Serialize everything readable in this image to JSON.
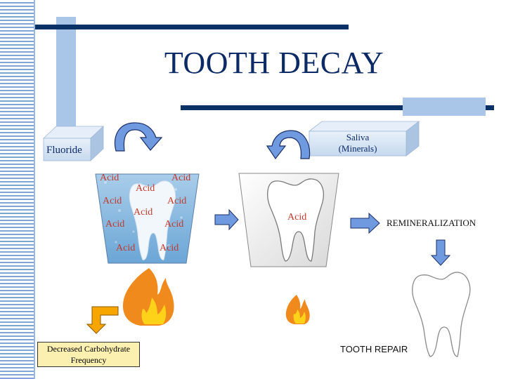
{
  "title": "TOOTH DECAY",
  "labels": {
    "fluoride": "Fluoride",
    "saliva_line1": "Saliva",
    "saliva_line2": "(Minerals)",
    "remineralization": "REMINERALIZATION",
    "tooth_repair": "TOOTH REPAIR",
    "decreased_line1": "Decreased Carbohydrate",
    "decreased_line2": "Frequency"
  },
  "acid_labels": [
    "Acid",
    "Acid",
    "Acid",
    "Acid",
    "Acid",
    "Acid",
    "Acid",
    "Acid",
    "Acid",
    "Acid",
    "Acid"
  ],
  "colors": {
    "dark_bar": "#0b3266",
    "light_bar": "#a9c6e8",
    "acid_text": "#c0392b",
    "arrow_fill": "#6f9ae0",
    "flame_outer": "#f08a1c",
    "flame_inner": "#ffd21a",
    "note_fill": "#fcf0b0",
    "box_3d": "#cfe0f3"
  },
  "icons": [
    "curved-arrow-icon",
    "right-arrow-icon",
    "down-arrow-icon",
    "flame-icon",
    "tooth-icon",
    "bent-arrow-icon"
  ]
}
